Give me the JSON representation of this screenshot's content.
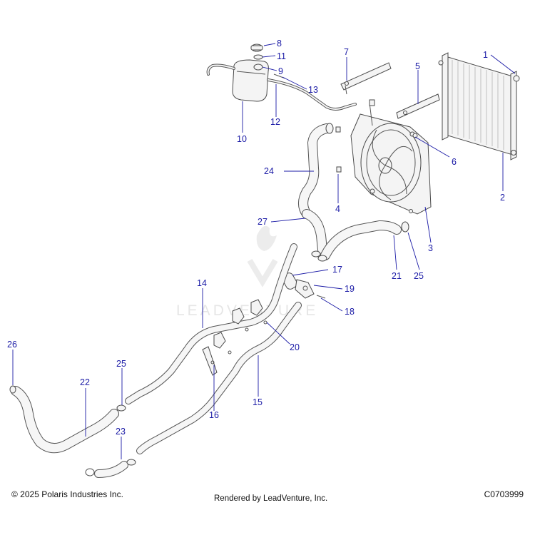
{
  "diagram": {
    "callouts": [
      "1",
      "2",
      "3",
      "4",
      "5",
      "6",
      "7",
      "8",
      "9",
      "10",
      "11",
      "12",
      "13",
      "14",
      "15",
      "16",
      "17",
      "18",
      "19",
      "20",
      "21",
      "22",
      "23",
      "24",
      "25",
      "25",
      "26",
      "27"
    ]
  },
  "watermark": {
    "text": "LEADVENTURE"
  },
  "footer": {
    "copyright": "© 2025 Polaris Industries Inc.",
    "rendered_by": "Rendered by LeadVenture, Inc.",
    "code": "C0703999"
  },
  "colors": {
    "callout": "#1a1aa6",
    "line": "#4a4a4a",
    "watermark": "#e6e6e6"
  }
}
